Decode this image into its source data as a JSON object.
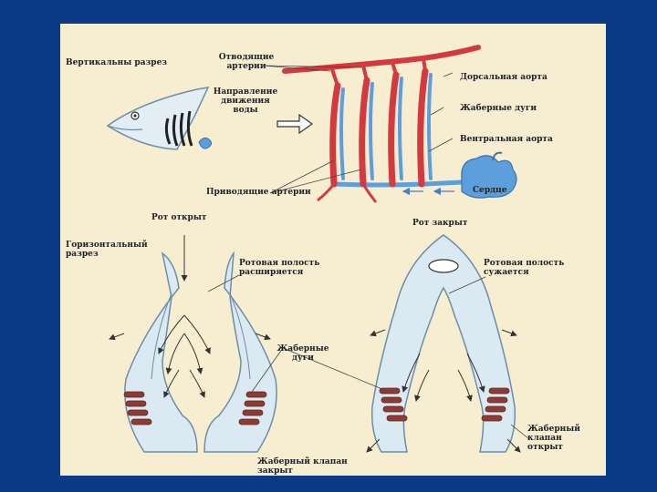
{
  "labels": {
    "vertical_section": "Вертикальны разрез",
    "efferent_arteries": "Отводящие\nартерии",
    "water_direction": "Направление\nдвижения воды",
    "dorsal_aorta": "Дорсальная аорта",
    "gill_arches_top": "Жаберные дуги",
    "ventral_aorta": "Вентральная аорта",
    "heart": "Сердце",
    "afferent_arteries": "Приводящие артерии",
    "mouth_open": "Рот открыт",
    "horizontal_section": "Горизонтальный\nразрез",
    "oral_cavity_expands": "Ротовая полость\nрасширяется",
    "gill_arches_bottom": "Жаберные\nдуги",
    "gill_valve_closed": "Жаберный клапан\nзакрыт",
    "mouth_closed": "Рот закрыт",
    "oral_cavity_narrows": "Ротовая полость\nсужается",
    "gill_valve_open": "Жаберный\nклапан\nоткрыт"
  },
  "colors": {
    "background": "#0b3a85",
    "panel": "#f7edd0",
    "artery_red": "#d33a3f",
    "vein_blue": "#5d9fdc",
    "head_fill": "#dbe9f3",
    "gill_brown": "#8e3b33"
  }
}
